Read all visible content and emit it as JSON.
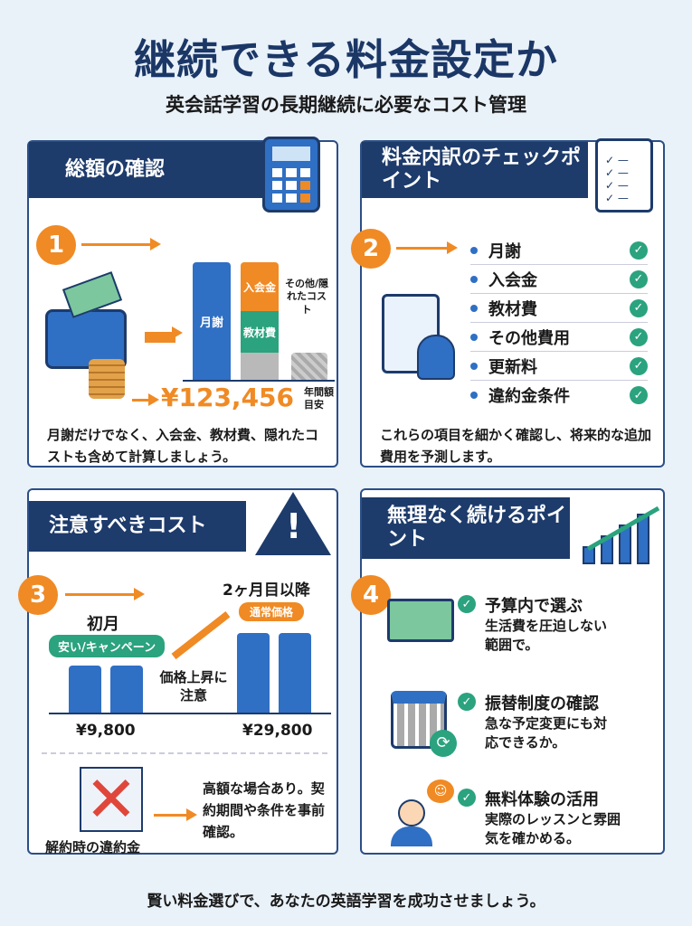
{
  "title": "継続できる料金設定か",
  "subtitle": "英会話学習の長期継続に必要なコスト管理",
  "panel1": {
    "header": "総額の確認",
    "number": "1",
    "bar_monthly": "月謝",
    "bar_entry": "入会金",
    "bar_materials": "教材費",
    "other_label": "その他/隠れたコスト",
    "total": "¥123,456",
    "total_note": "年間額目安",
    "desc": "月謝だけでなく、入会金、教材費、隠れたコストも含めて計算しましょう。",
    "icon": "calculator-icon"
  },
  "panel2": {
    "header": "料金内訳のチェックポイント",
    "number": "2",
    "items": [
      "月謝",
      "入会金",
      "教材費",
      "その他費用",
      "更新料",
      "違約金条件"
    ],
    "desc": "これらの項目を細かく確認し、将来的な追加費用を予測します。",
    "icon": "clipboard-icon"
  },
  "panel3": {
    "header": "注意すべきコスト",
    "number": "3",
    "first_month": "初月",
    "first_tag": "安い/キャンペーン",
    "later": "2ヶ月目以降",
    "later_tag": "通常価格",
    "rise_note": "価格上昇に注意",
    "first_price": "¥9,800",
    "later_price": "¥29,800",
    "penalty_label": "解約時の違約金",
    "penalty_desc": "高額な場合あり。契約期間や条件を事前確認。",
    "icon": "warning-icon"
  },
  "panel4": {
    "header": "無理なく続けるポイント",
    "number": "4",
    "tips": [
      {
        "title": "予算内で選ぶ",
        "text": "生活費を圧迫しない範囲で。"
      },
      {
        "title": "振替制度の確認",
        "text": "急な予定変更にも対応できるか。"
      },
      {
        "title": "無料体験の活用",
        "text": "実際のレッスンと雰囲気を確かめる。"
      }
    ],
    "icon": "growth-chart-icon"
  },
  "footer": "賢い料金選びで、あなたの英語学習を成功させましょう。",
  "colors": {
    "navy": "#1d3b6b",
    "blue": "#2f6fc4",
    "orange": "#f08a24",
    "green": "#2aa37e",
    "background": "#e9f1f9"
  }
}
